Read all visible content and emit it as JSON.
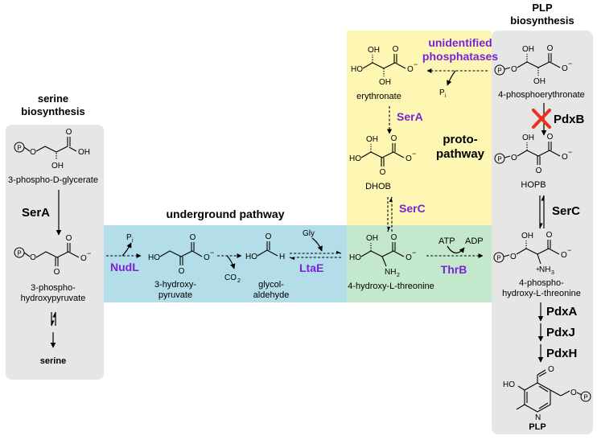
{
  "colors": {
    "gray_box": "#e6e6e6",
    "blue_box": "#b2dde9",
    "yellow_box": "#fdf7b3",
    "green_box": "#c4e8cc",
    "purple_enzyme": "#7b22d6",
    "block_mark": "#e8321e"
  },
  "headers": {
    "serine": [
      "serine",
      "biosynthesis"
    ],
    "underground": "underground pathway",
    "plp": [
      "PLP",
      "biosynthesis"
    ],
    "proto": [
      "proto-",
      "pathway"
    ],
    "phosphatases": [
      "unidentified",
      "phosphatases"
    ]
  },
  "compounds": {
    "pga": "3-phospho-D-glycerate",
    "php": [
      "3-phospho-",
      "hydroxypyruvate"
    ],
    "serine": "serine",
    "hp": [
      "3-hydroxy-",
      "pyruvate"
    ],
    "ga": [
      "glycol-",
      "aldehyde"
    ],
    "hthr": "4-hydroxy-L-threonine",
    "eryth": "erythronate",
    "dhob": "DHOB",
    "pery": "4-phosphoerythronate",
    "hopb": "HOPB",
    "phthr": [
      "4-phospho-",
      "hydroxy-L-threonine"
    ],
    "plp": "PLP"
  },
  "enzymes": {
    "sera_left": "SerA",
    "nudl": "NudL",
    "ltae": "LtaE",
    "thrb": "ThrB",
    "serc_mid": "SerC",
    "sera_mid": "SerA",
    "pdxb": "PdxB",
    "serc_right": "SerC",
    "pdxa": "PdxA",
    "pdxj": "PdxJ",
    "pdxh": "PdxH"
  },
  "cofactors": {
    "pi": "P",
    "pi_sub": "i",
    "co2": "CO",
    "co2_sub": "2",
    "gly": "Gly",
    "atp": "ATP",
    "adp": "ADP"
  },
  "atoms": {
    "O": "O",
    "OH": "OH",
    "HO": "HO",
    "H": "H",
    "N": "N",
    "P": "P",
    "minus": "−",
    "NH2": "NH",
    "NH2_sub": "2",
    "NH3": "NH",
    "NH3_sub": "3",
    "plus": "+"
  }
}
